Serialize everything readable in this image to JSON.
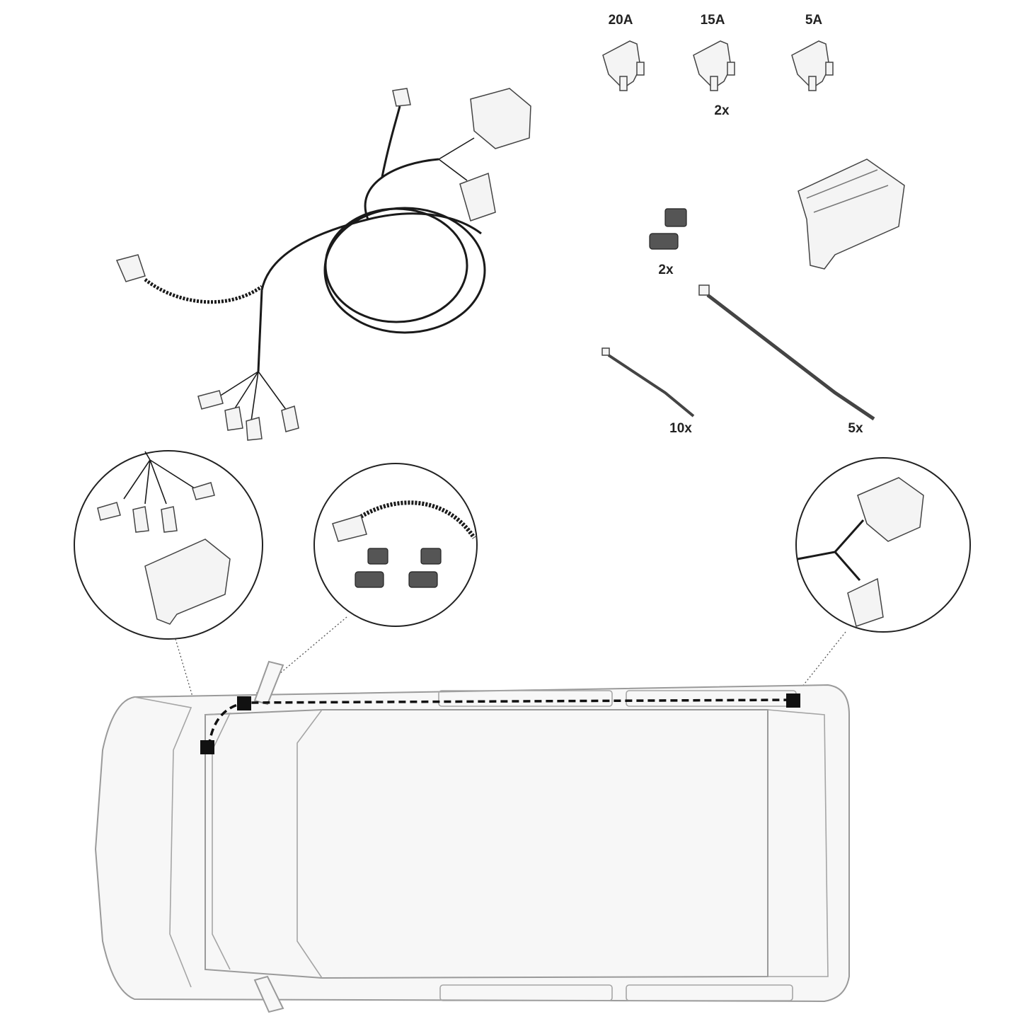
{
  "title": "Wiring kit contents and installation positions",
  "fuses": [
    {
      "label": "20A"
    },
    {
      "label": "15A",
      "quantity": "2x"
    },
    {
      "label": "5A"
    }
  ],
  "parts": {
    "clip_quantity": "2x",
    "small_tie_quantity": "10x",
    "large_tie_quantity": "5x"
  },
  "colors": {
    "line": "#1a1a1a",
    "van_outline": "#9a9a9a",
    "van_fill": "#f7f7f7"
  }
}
